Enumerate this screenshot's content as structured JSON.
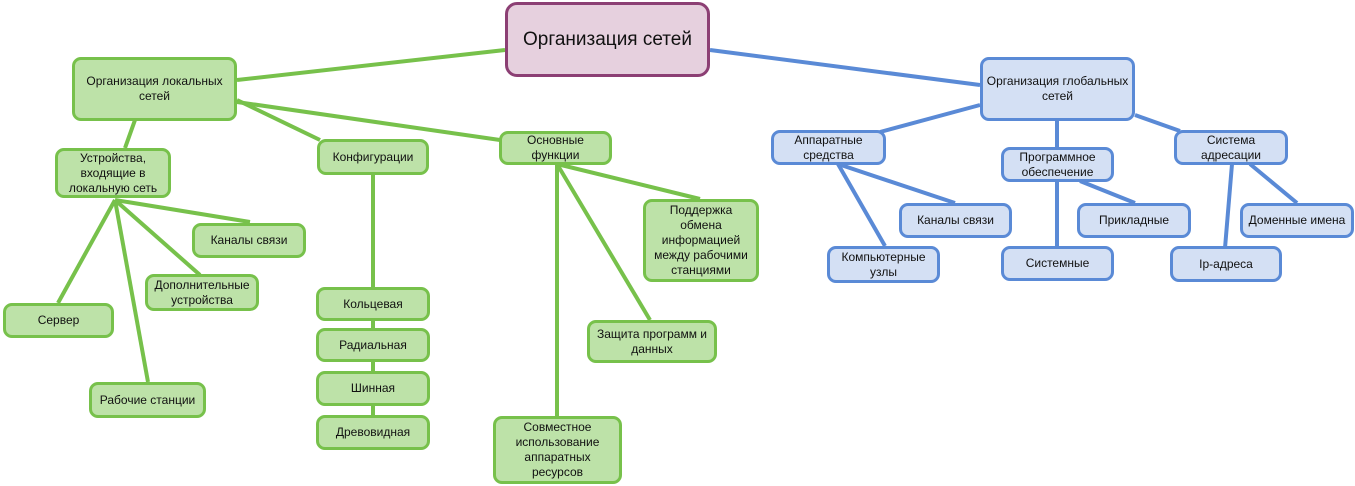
{
  "root": "Организация сетей",
  "local": {
    "title": "Организация локальных сетей",
    "devices": {
      "title": "Устройства, входящие в локальную сеть",
      "items": [
        "Каналы связи",
        "Дополнительные устройства",
        "Сервер",
        "Рабочие станции"
      ]
    },
    "config": {
      "title": "Конфигурации",
      "items": [
        "Кольцевая",
        "Радиальная",
        "Шинная",
        "Древовидная"
      ]
    },
    "functions": {
      "title": "Основные функции",
      "items": [
        "Поддержка обмена информацией между рабочими станциями",
        "Защита программ и данных",
        "Совместное использование аппаратных ресурсов"
      ]
    }
  },
  "global": {
    "title": "Организация глобальных сетей",
    "hardware": {
      "title": "Аппаратные средства",
      "items": [
        "Каналы связи",
        "Компьютерные узлы"
      ]
    },
    "software": {
      "title": "Программное обеспечение",
      "items": [
        "Прикладные",
        "Системные"
      ]
    },
    "addressing": {
      "title": "Система адресации",
      "items": [
        "Доменные имена",
        "Ip-адреса"
      ]
    }
  },
  "colors": {
    "green": "#77c14b",
    "blue": "#5a8ad6",
    "root": "#8c3f74"
  }
}
